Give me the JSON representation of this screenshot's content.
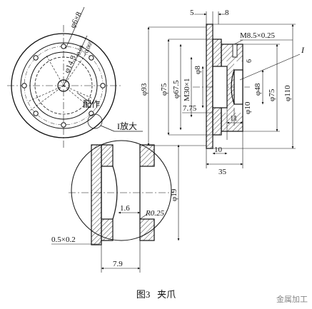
{
  "caption": {
    "figure_no": "图3",
    "title": "夹爪"
  },
  "watermark": "金属加工",
  "front_view": {
    "holes_label": "φ6×8",
    "bore_label": "φ14.3",
    "bore_tol_upper": "+0.09",
    "bore_tol_lower": "+0.069",
    "match_note": "配作",
    "detail_callout": "I放大"
  },
  "section_view": {
    "dim_5": "5",
    "dim_8": "8",
    "thread": "M8.5×0.25",
    "dim_6": "6",
    "detail_mark": "I",
    "dia_93": "φ93",
    "dia_75_left": "φ75",
    "dia_67_5": "φ67.5",
    "thread_m30": "M30×1",
    "dia_8": "φ8",
    "dim_7_75": "7.75",
    "dia_48": "φ48",
    "dia_75_right": "φ75",
    "dia_110": "φ110",
    "dia_10": "φ10",
    "dim_10": "10",
    "dim_11": "11",
    "dim_35": "35"
  },
  "detail_view": {
    "dia_19": "φ19",
    "dim_1_6": "1.6",
    "radius": "R0.25",
    "chamfer": "0.5×0.2",
    "dim_7_9": "7.9"
  }
}
